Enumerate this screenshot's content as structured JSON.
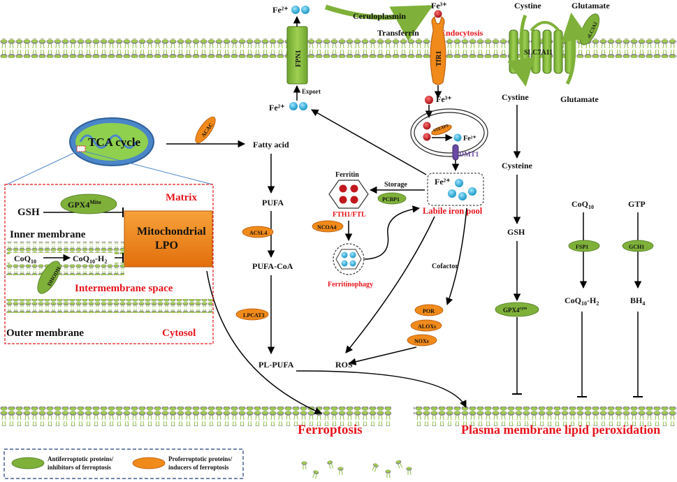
{
  "iron": {
    "fe2_top": "Fe²⁺",
    "fe3_top": "Fe³⁺",
    "ceruloplasmin": "Ceruloplasmin",
    "transferrin": "Transferrin",
    "endocytosis": "Endocytosis",
    "fpn1": "FPN1",
    "tfr1": "TfR1",
    "export": "Export",
    "fe2_export": "Fe²⁺",
    "fe3_endo": "Fe³⁺",
    "steap3": "STEAP3",
    "fe2_endo": "Fe²⁺",
    "dmt1": "DMT1",
    "fe2_pool": "Fe²⁺",
    "labile_iron_pool": "Labile iron pool",
    "storage": "Storage",
    "ferritin": "Ferritin",
    "pcbp1": "PCBP1",
    "fth1_ftl": "FTH1/FTL",
    "ncoa4": "NCOA4",
    "ferritinophagy": "Ferritinophagy",
    "cofactor": "Cofactor",
    "por": "POR",
    "aloxs": "ALOXs",
    "noxs": "NOXs",
    "ros": "ROS"
  },
  "lipid": {
    "tca": "TCA cycle",
    "acac": "ACAC",
    "fatty_acid": "Fatty acid",
    "pufa": "PUFA",
    "acsl4": "ACSL4",
    "pufa_coa": "PUFA-CoA",
    "lpcat3": "LPCAT3",
    "pl_pufa": "PL-PUFA"
  },
  "mito": {
    "matrix": "Matrix",
    "gsh": "GSH",
    "gpx4_mito": "GPX4",
    "gpx4_mito_sup": "Mito",
    "inner_membrane": "Inner membrane",
    "mito_lpo_1": "Mitochondrial",
    "mito_lpo_2": "LPO",
    "coq10": "CoQ",
    "coq10_sub": "10",
    "coq10h2": "CoQ",
    "coq10h2_sub": "10",
    "coq10h2_suffix": "-H",
    "coq10h2_sub2": "2",
    "dhodh": "DHODH",
    "intermembrane": "Intermembrane space",
    "outer_membrane": "Outer membrane",
    "cytosol": "Cytosol"
  },
  "system_xc": {
    "cystine_out": "Cystine",
    "glutamate_out": "Glutamate",
    "slc3a2": "SLC3A2",
    "slc7a11": "SLC7A11",
    "cystine_in": "Cystine",
    "glutamate_in": "Glutamate",
    "cysteine": "Cysteine",
    "gsh": "GSH",
    "gpx4": "GPX4",
    "gpx4_sup": "cyto"
  },
  "fsp1_axis": {
    "coq10": "CoQ",
    "coq10_sub": "10",
    "fsp1": "FSP1",
    "coq10h2": "CoQ",
    "coq10h2_sub": "10",
    "coq10h2_suffix": "-H",
    "coq10h2_sub2": "2"
  },
  "gch1_axis": {
    "gtp": "GTP",
    "gch1": "GCH1",
    "bh4": "BH",
    "bh4_sub": "4"
  },
  "outcomes": {
    "ferroptosis": "Ferroptosis",
    "plasma_lpo": "Plasma membrane lipid peroxidation"
  },
  "legend": {
    "anti_1": "Antiferroptotic proteins/",
    "anti_2": "inhibitors of ferroptosis",
    "pro_1": "Proferroptotic proteins/",
    "pro_2": "inducers of ferroptosis"
  },
  "colors": {
    "pro": "#f08a1a",
    "anti": "#7fb13a",
    "iron_blue": "#23a9d2",
    "iron_red": "#c0171d",
    "accent_red": "#e8141b"
  }
}
